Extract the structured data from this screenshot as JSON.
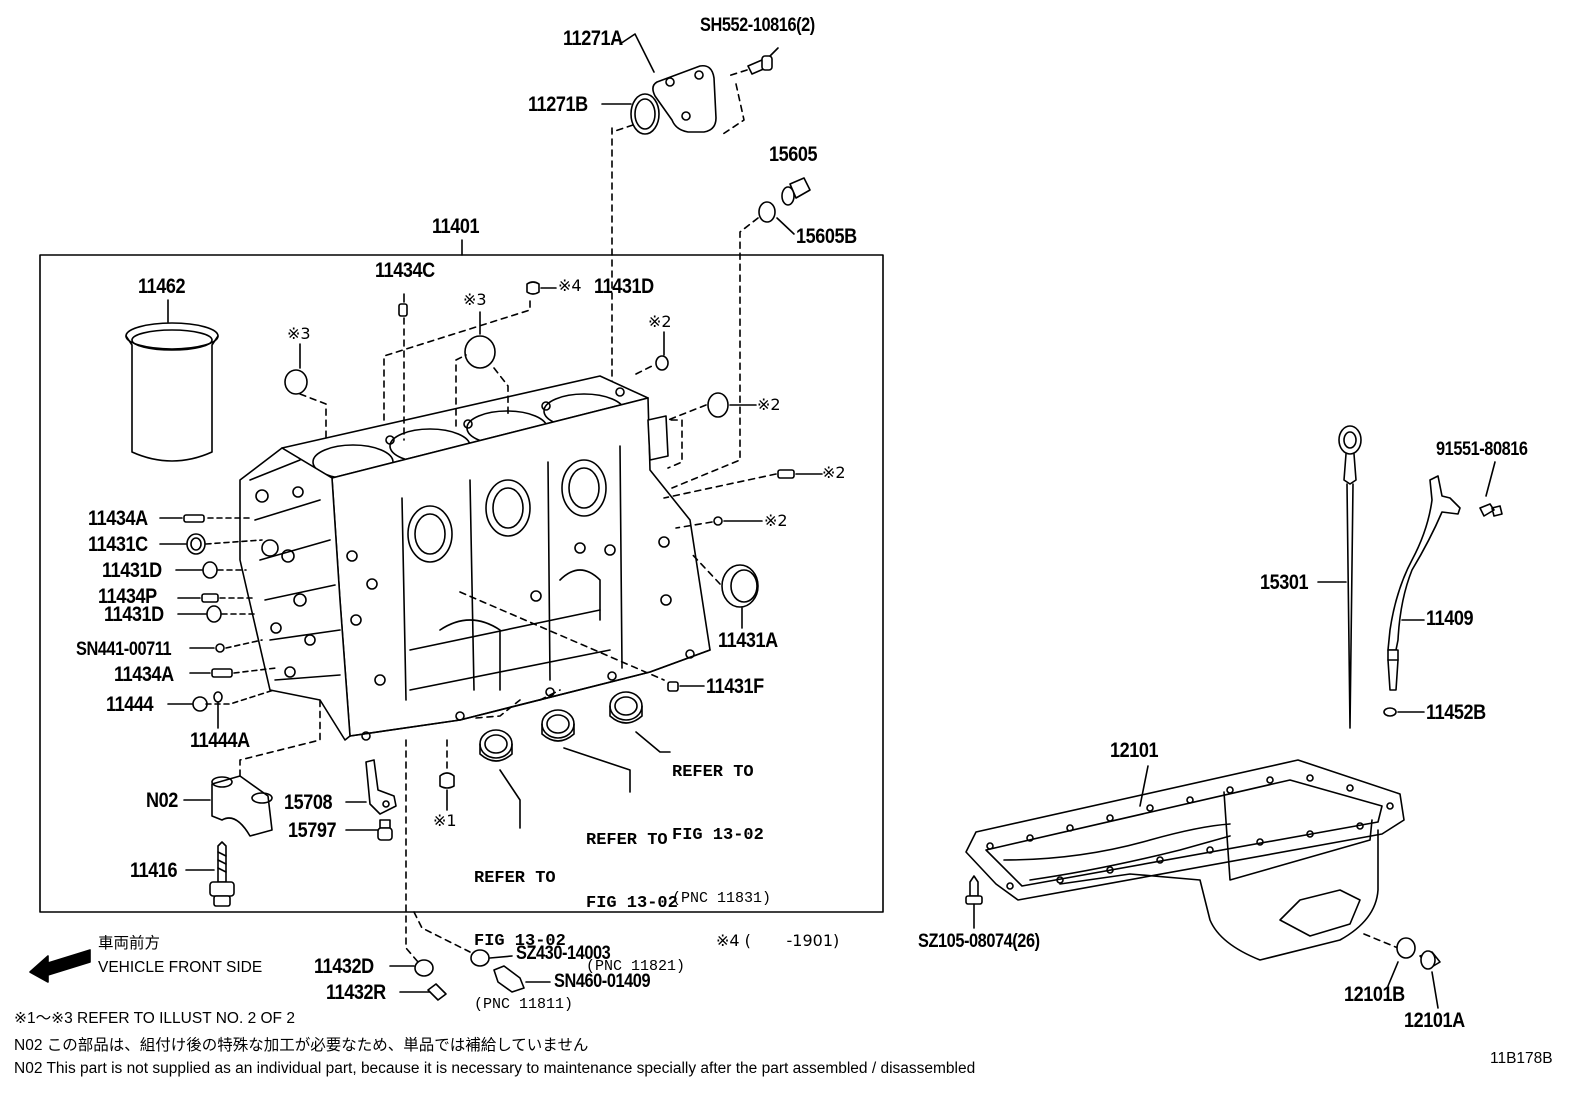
{
  "parts": {
    "p11271A": "11271A",
    "pSH552": "SH552-10816(2)",
    "p11271B": "11271B",
    "p15605": "15605",
    "p15605B": "15605B",
    "p11401": "11401",
    "p11462": "11462",
    "p11434C": "11434C",
    "p11431D_top": "11431D",
    "p11434A_1": "11434A",
    "p11431C": "11431C",
    "p11431D_1": "11431D",
    "p11434P": "11434P",
    "p11431D_2": "11431D",
    "pSN441": "SN441-00711",
    "p11434A_2": "11434A",
    "p11444": "11444",
    "p11444A": "11444A",
    "pN02": "N02",
    "p15708": "15708",
    "p15797": "15797",
    "p11416": "11416",
    "p11431A": "11431A",
    "p11431F": "11431F",
    "p15301": "15301",
    "p91551": "91551-80816",
    "p11409": "11409",
    "p11452B": "11452B",
    "p12101": "12101",
    "pSZ105": "SZ105-08074(26)",
    "p12101B": "12101B",
    "p12101A": "12101A",
    "p11432D": "11432D",
    "p11432R": "11432R",
    "pSZ430": "SZ430-14003",
    "pSN460": "SN460-01409"
  },
  "marks": {
    "m3a": "※3",
    "m3b": "※3",
    "m4": "※4",
    "m2a": "※2",
    "m2b": "※2",
    "m2c": "※2",
    "m2d": "※2",
    "m1": "※1",
    "m4range": "※4 (       -1901)"
  },
  "refs": {
    "r1_line1": "REFER TO",
    "r1_line2": "FIG 13-02",
    "r1_pnc": "(PNC 11831)",
    "r2_line1": "REFER TO",
    "r2_line2": "FIG 13-02",
    "r2_pnc": "(PNC 11821)",
    "r3_line1": "REFER TO",
    "r3_line2": "FIG 13-02",
    "r3_pnc": "(PNC 11811)"
  },
  "legend": {
    "front_jp": "車両前方",
    "front_en": "VEHICLE FRONT SIDE"
  },
  "notes": {
    "n1": "※1～※3  REFER TO ILLUST NO. 2 OF 2",
    "n2": "N02  この部品は、組付け後の特殊な加工が必要なため、単品では補給していません",
    "n3": "N02  This part is not supplied as an individual part, because it is necessary to maintenance specially after the part assembled / disassembled",
    "illus_code": "11B178B"
  }
}
